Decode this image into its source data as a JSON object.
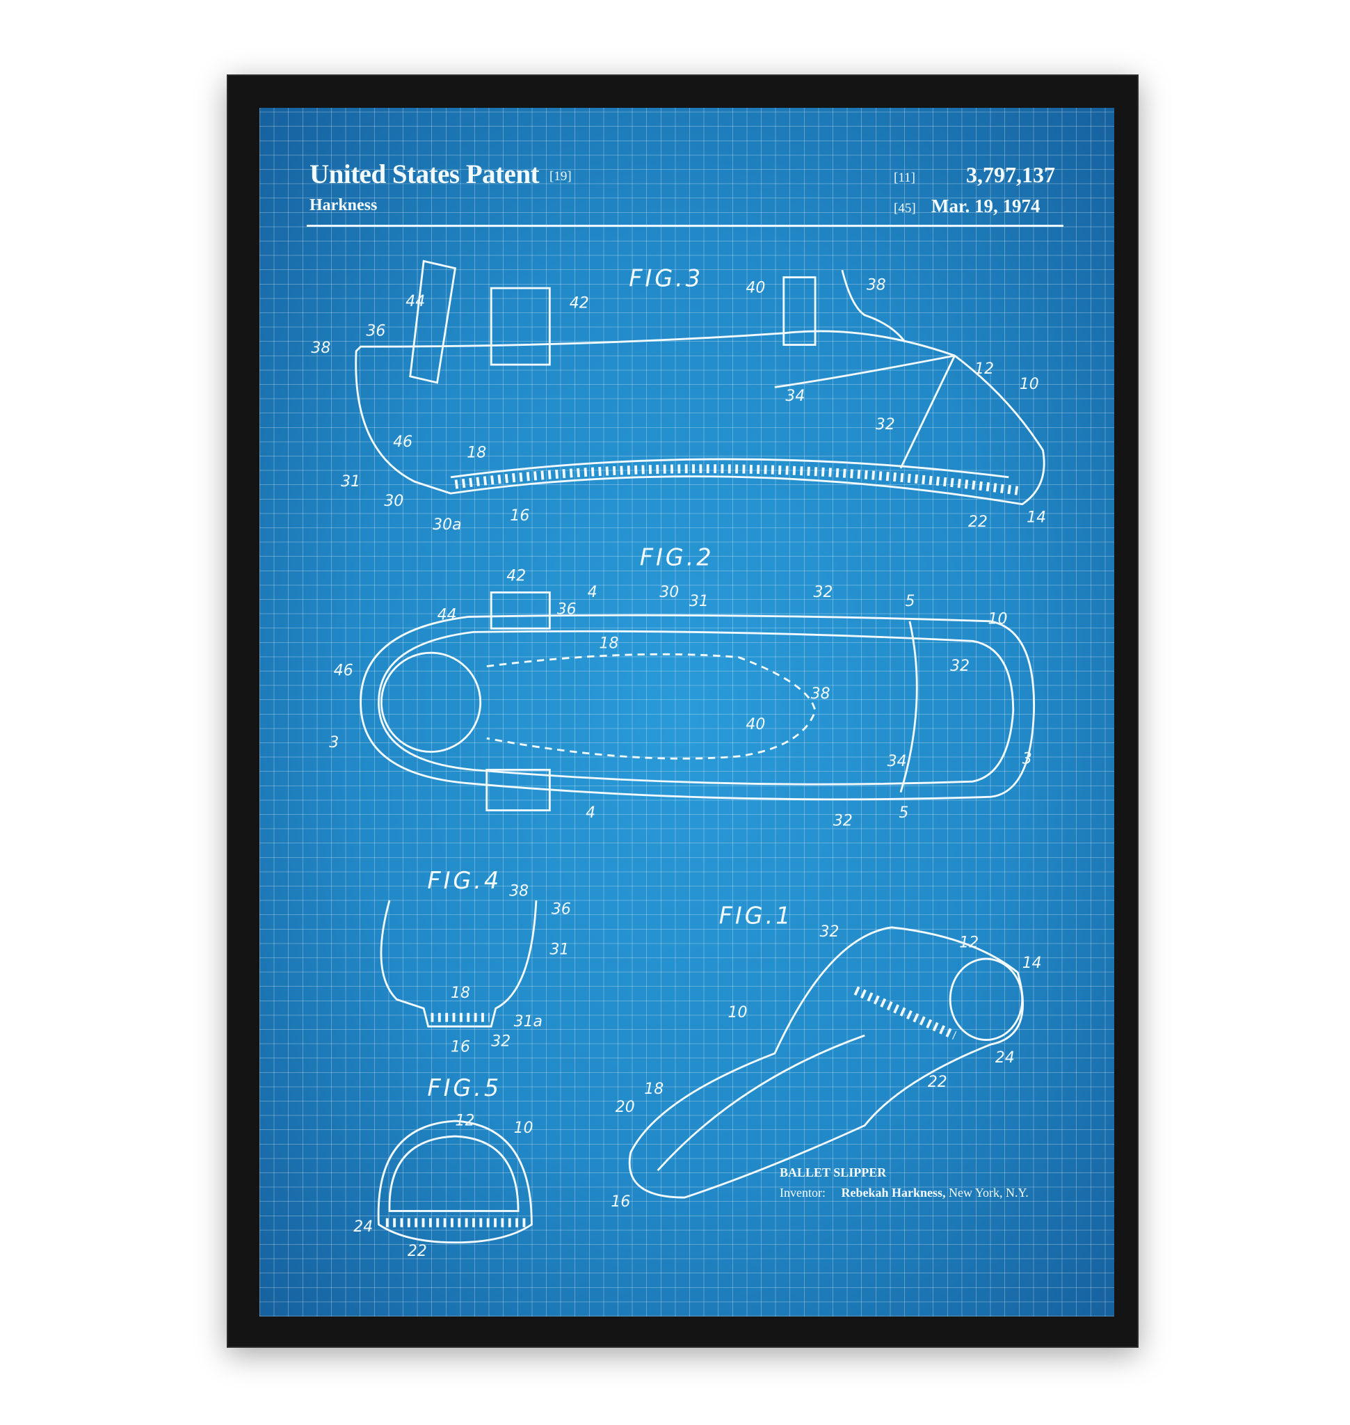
{
  "header": {
    "title": "United States Patent",
    "title_code": "[19]",
    "inventor_surname": "Harkness",
    "number_code": "[11]",
    "patent_number": "3,797,137",
    "date_code": "[45]",
    "date": "Mar. 19, 1974"
  },
  "figures": {
    "fig3": {
      "label": "FIG.3",
      "parts": [
        "44",
        "42",
        "40",
        "38",
        "36",
        "38",
        "12",
        "10",
        "34",
        "32",
        "46",
        "18",
        "31",
        "30",
        "30a",
        "16",
        "22",
        "14"
      ]
    },
    "fig2": {
      "label": "FIG.2",
      "parts": [
        "42",
        "4",
        "30",
        "31",
        "32",
        "5",
        "10",
        "44",
        "36",
        "18",
        "46",
        "32",
        "38",
        "40",
        "3",
        "34",
        "3",
        "4",
        "32",
        "5"
      ]
    },
    "fig4": {
      "label": "FIG.4",
      "parts": [
        "38",
        "36",
        "31",
        "18",
        "31a",
        "16",
        "32"
      ]
    },
    "fig1": {
      "label": "FIG.1",
      "parts": [
        "32",
        "12",
        "14",
        "10",
        "24",
        "22",
        "18",
        "20",
        "16"
      ]
    },
    "fig5": {
      "label": "FIG.5",
      "parts": [
        "12",
        "10",
        "24",
        "22"
      ]
    }
  },
  "footer": {
    "title": "BALLET SLIPPER",
    "inventor_label": "Inventor:",
    "inventor_name": "Rebekah Harkness,",
    "location": "New York, N.Y."
  },
  "colors": {
    "blueprint": "#2289c8",
    "frame": "#141414",
    "ink": "#f2faff"
  }
}
